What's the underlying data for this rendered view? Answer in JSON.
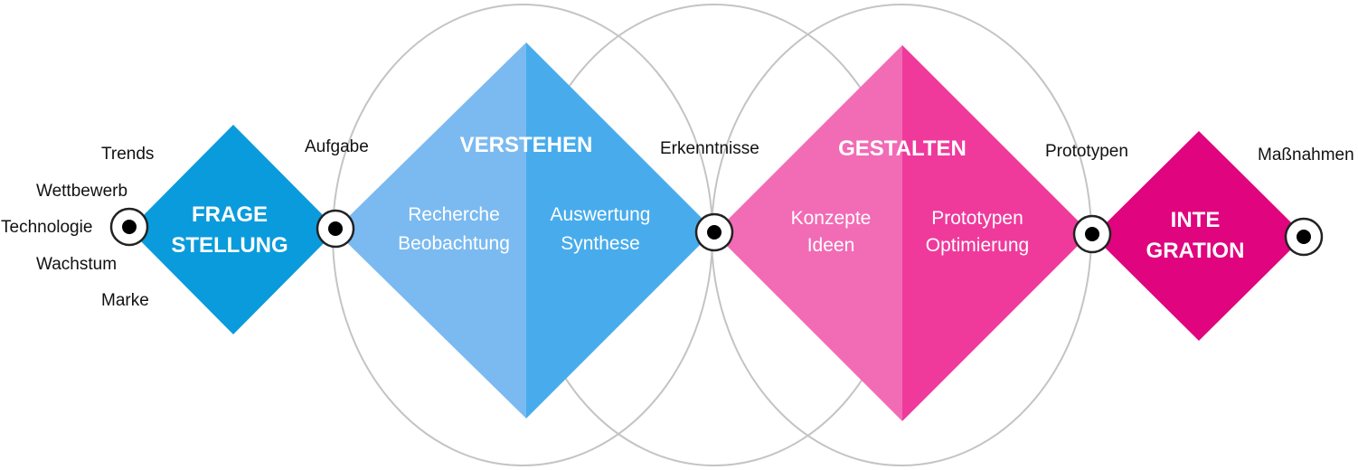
{
  "colors": {
    "frage": "#0a9bdc",
    "verstehen_left": "#7bbaf0",
    "verstehen_right": "#48acec",
    "gestalten_left": "#f26bb5",
    "gestalten_right": "#ef3a9c",
    "integration": "#e0047e",
    "ellipse_stroke": "#c4c4c4",
    "marker_ring": "#222222",
    "marker_dot": "#000000"
  },
  "inputs": [
    "Trends",
    "Wettbewerb",
    "Technologie",
    "Wachstum",
    "Marke"
  ],
  "stages": {
    "frage": {
      "title_line1": "FRAGE",
      "title_line2": "STELLUNG"
    },
    "verstehen": {
      "title": "VERSTEHEN",
      "left_line1": "Recherche",
      "left_line2": "Beobachtung",
      "right_line1": "Auswertung",
      "right_line2": "Synthese"
    },
    "gestalten": {
      "title": "GESTALTEN",
      "left_line1": "Konzepte",
      "left_line2": "Ideen",
      "right_line1": "Prototypen",
      "right_line2": "Optimierung"
    },
    "integration": {
      "title_line1": "INTE",
      "title_line2": "GRATION"
    }
  },
  "outputs": {
    "aufgabe": "Aufgabe",
    "erkenntnisse": "Erkenntnisse",
    "prototypen": "Prototypen",
    "massnahmen": "Maßnahmen"
  },
  "markers": [
    "start",
    "aufgabe",
    "erkenntnisse",
    "prototypen",
    "massnahmen"
  ]
}
